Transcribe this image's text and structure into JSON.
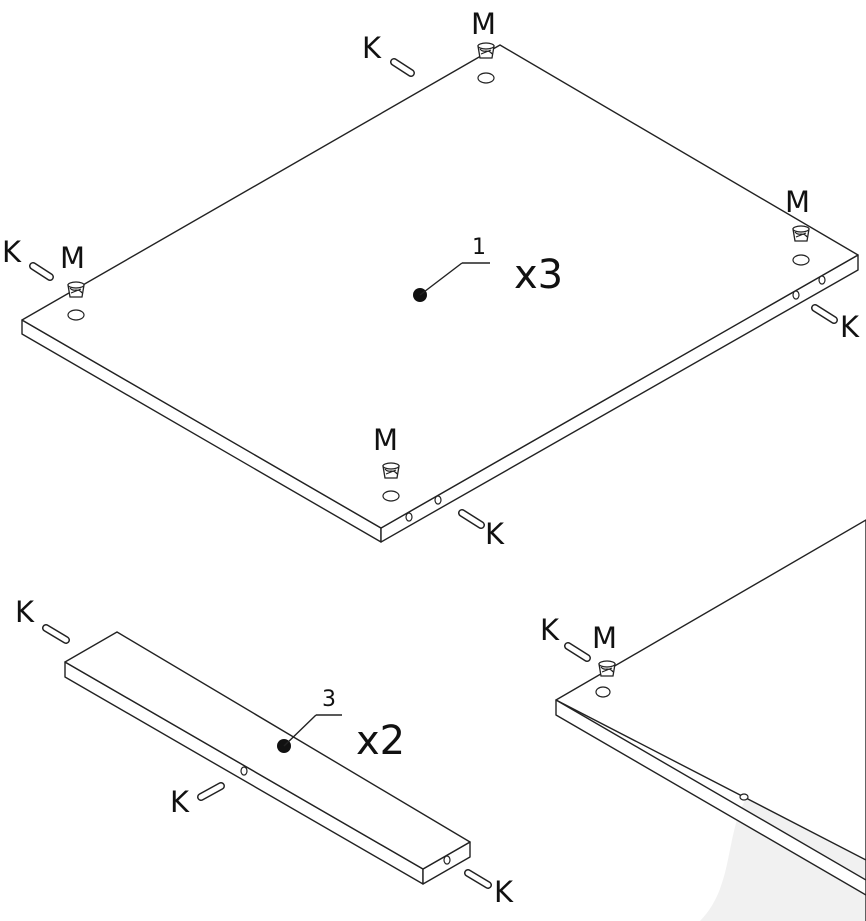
{
  "diagram": {
    "panel_top": {
      "part_number": "1",
      "quantity": "x3",
      "fittings": {
        "cam_top": "M",
        "cam_left": "M",
        "cam_right": "M",
        "cam_bottom": "M",
        "dowel_top": "K",
        "dowel_left": "K",
        "dowel_right": "K",
        "dowel_bottom": "K"
      }
    },
    "strip": {
      "part_number": "3",
      "quantity": "x2",
      "fittings": {
        "dowel_left": "K",
        "dowel_middle": "K",
        "dowel_right": "K"
      }
    },
    "panel_partial": {
      "fittings": {
        "dowel": "K",
        "cam": "M"
      }
    },
    "colors": {
      "line": "#222222",
      "background": "#ffffff",
      "watermark": "#f2f2f2"
    }
  }
}
